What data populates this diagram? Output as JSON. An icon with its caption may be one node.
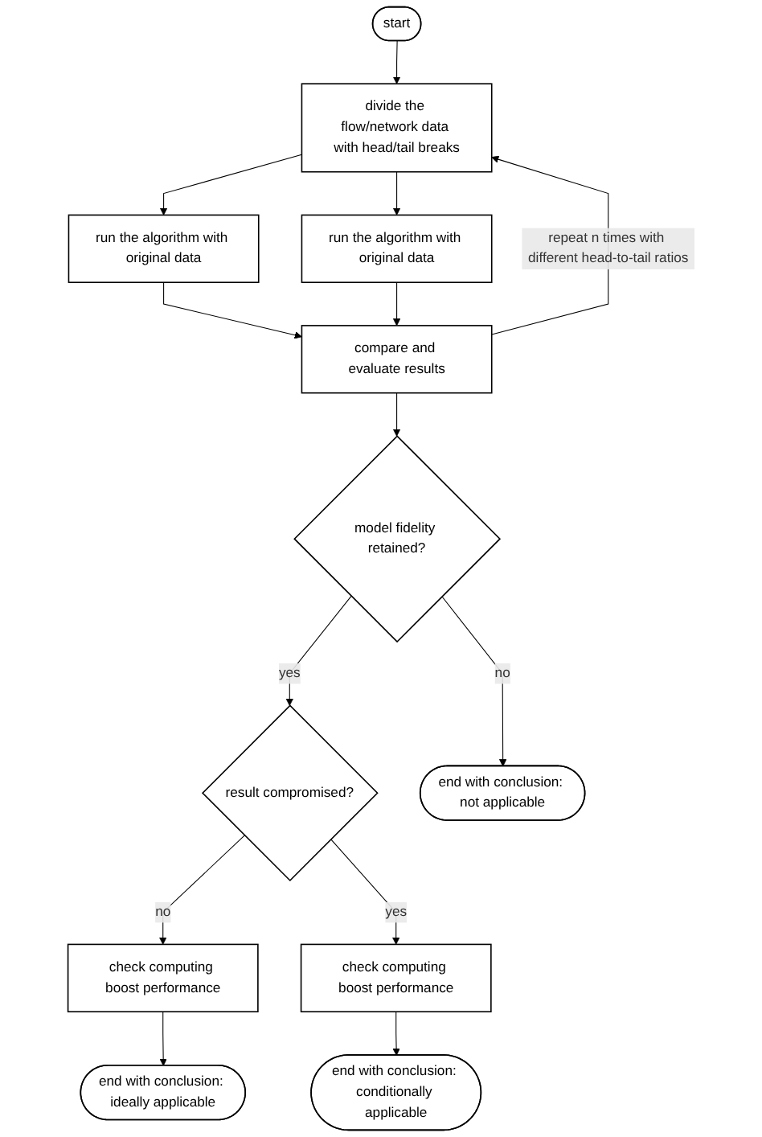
{
  "diagram": {
    "nodes": [
      {
        "text": [
          "start"
        ]
      },
      {
        "text": [
          "divide the flow/network data with head/tail breaks"
        ]
      },
      {
        "text": [
          "run the algorithm with original data"
        ]
      },
      {
        "text": [
          "run the algorithm with original data"
        ]
      },
      {
        "text": [
          "compare and evaluate results"
        ]
      },
      {
        "text": [
          "model fidelity retained?"
        ]
      },
      {
        "text": [
          "result compromised?"
        ]
      },
      {
        "text": [
          "check computing boost performance"
        ]
      },
      {
        "text": [
          "check computing boost performance"
        ]
      },
      {
        "text": [
          "end with conclusion: ideally applicable"
        ]
      },
      {
        "text": [
          "end with conclusion: conditionally applicable"
        ]
      },
      {
        "text": [
          "end with conclusion: not applicable"
        ]
      }
    ],
    "edges": [
      {
        "from": 0,
        "to": 1,
        "arrow": "to"
      },
      {
        "from": 1,
        "to": 2,
        "arrow": "to"
      },
      {
        "from": 1,
        "to": 3,
        "arrow": "to"
      },
      {
        "from": 2,
        "to": 4,
        "arrow": "to"
      },
      {
        "from": 3,
        "to": 4,
        "arrow": "to"
      },
      {
        "from": 4,
        "to": 5,
        "arrow": "to"
      },
      {
        "from": 4,
        "to": 1,
        "arrow": "to",
        "label": "repeat n times with different head-to-tail ratios"
      },
      {
        "from": 5,
        "to": 6,
        "arrow": "to",
        "label": "yes"
      },
      {
        "from": 5,
        "to": 11,
        "arrow": "to",
        "label": "no"
      },
      {
        "from": 6,
        "to": 7,
        "arrow": "to",
        "label": "no"
      },
      {
        "from": 6,
        "to": 8,
        "arrow": "to",
        "label": "yes"
      },
      {
        "from": 7,
        "to": 9,
        "arrow": "to"
      },
      {
        "from": 8,
        "to": 10,
        "arrow": "to"
      }
    ]
  }
}
